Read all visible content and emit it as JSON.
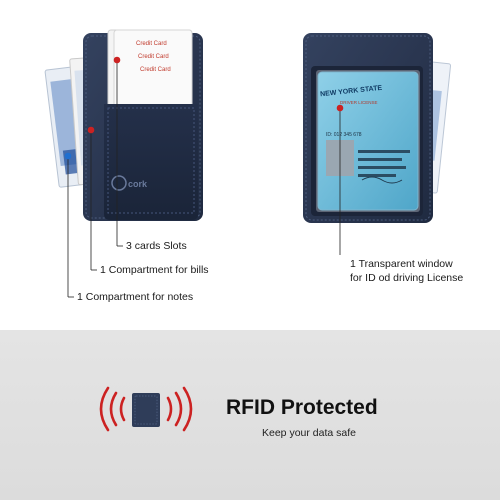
{
  "left_wallet": {
    "card_text": [
      "Credit Card",
      "Credit Card",
      "Credit Card"
    ],
    "brand": "cork"
  },
  "right_wallet": {
    "id_card": {
      "state": "NEW YORK STATE",
      "type": "DRIVER LICENSE",
      "number": "ID: 012 345 678"
    }
  },
  "callouts": {
    "cards_slots": "3 cards Slots",
    "bills": "1 Compartment for bills",
    "notes": "1 Compartment for notes",
    "window_line1": "1 Transparent window",
    "window_line2": "for ID od driving License"
  },
  "rfid": {
    "title": "RFID Protected",
    "subtitle": "Keep your data safe"
  },
  "colors": {
    "wallet": "#2d3a55",
    "accent_red": "#cc2222",
    "blue_dot": "#1f6fd0"
  }
}
